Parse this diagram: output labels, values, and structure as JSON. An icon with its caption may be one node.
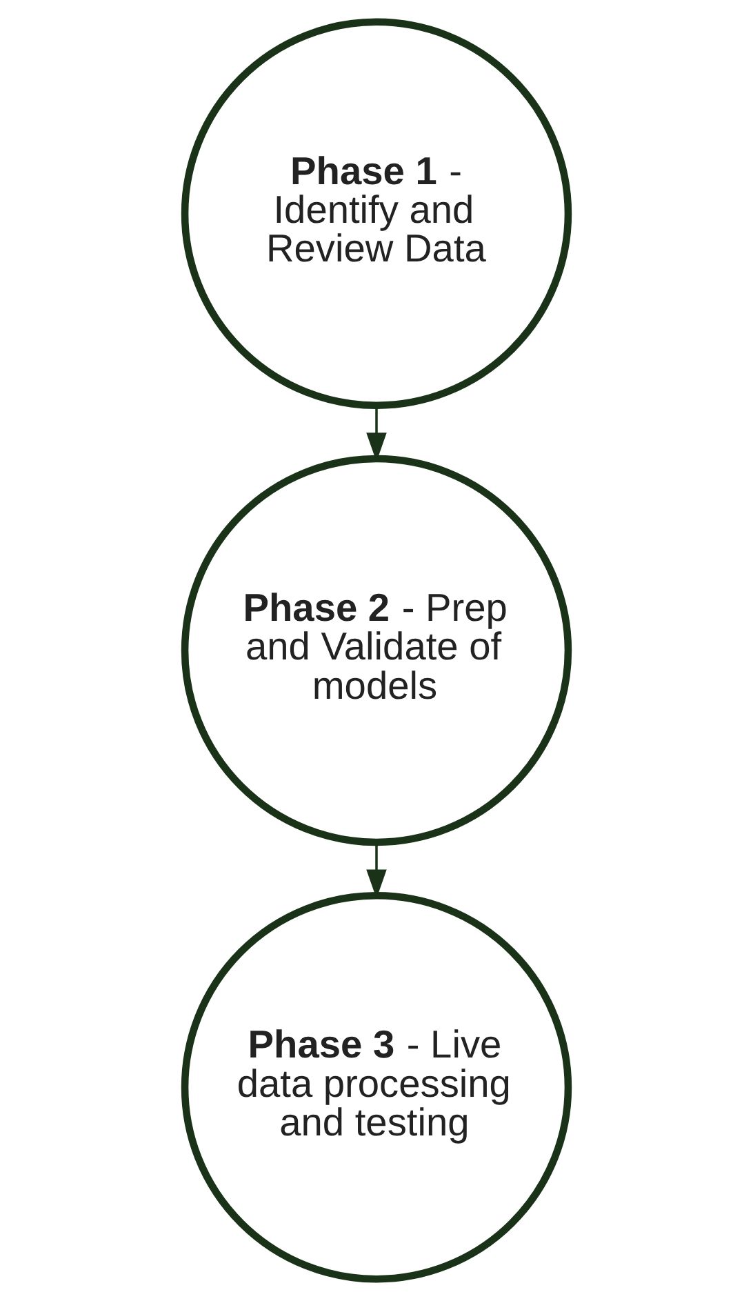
{
  "diagram": {
    "nodes": [
      {
        "text": [
          "**Phase 1** - Identify and Review Data"
        ]
      },
      {
        "text": [
          "**Phase 2** - Prep and Validate of models"
        ]
      },
      {
        "text": [
          "**Phase 3** - Live data processing and testing"
        ]
      }
    ],
    "edges": [
      {
        "from": 0,
        "to": 1,
        "arrow": "to"
      },
      {
        "from": 1,
        "to": 2,
        "arrow": "to"
      }
    ]
  }
}
